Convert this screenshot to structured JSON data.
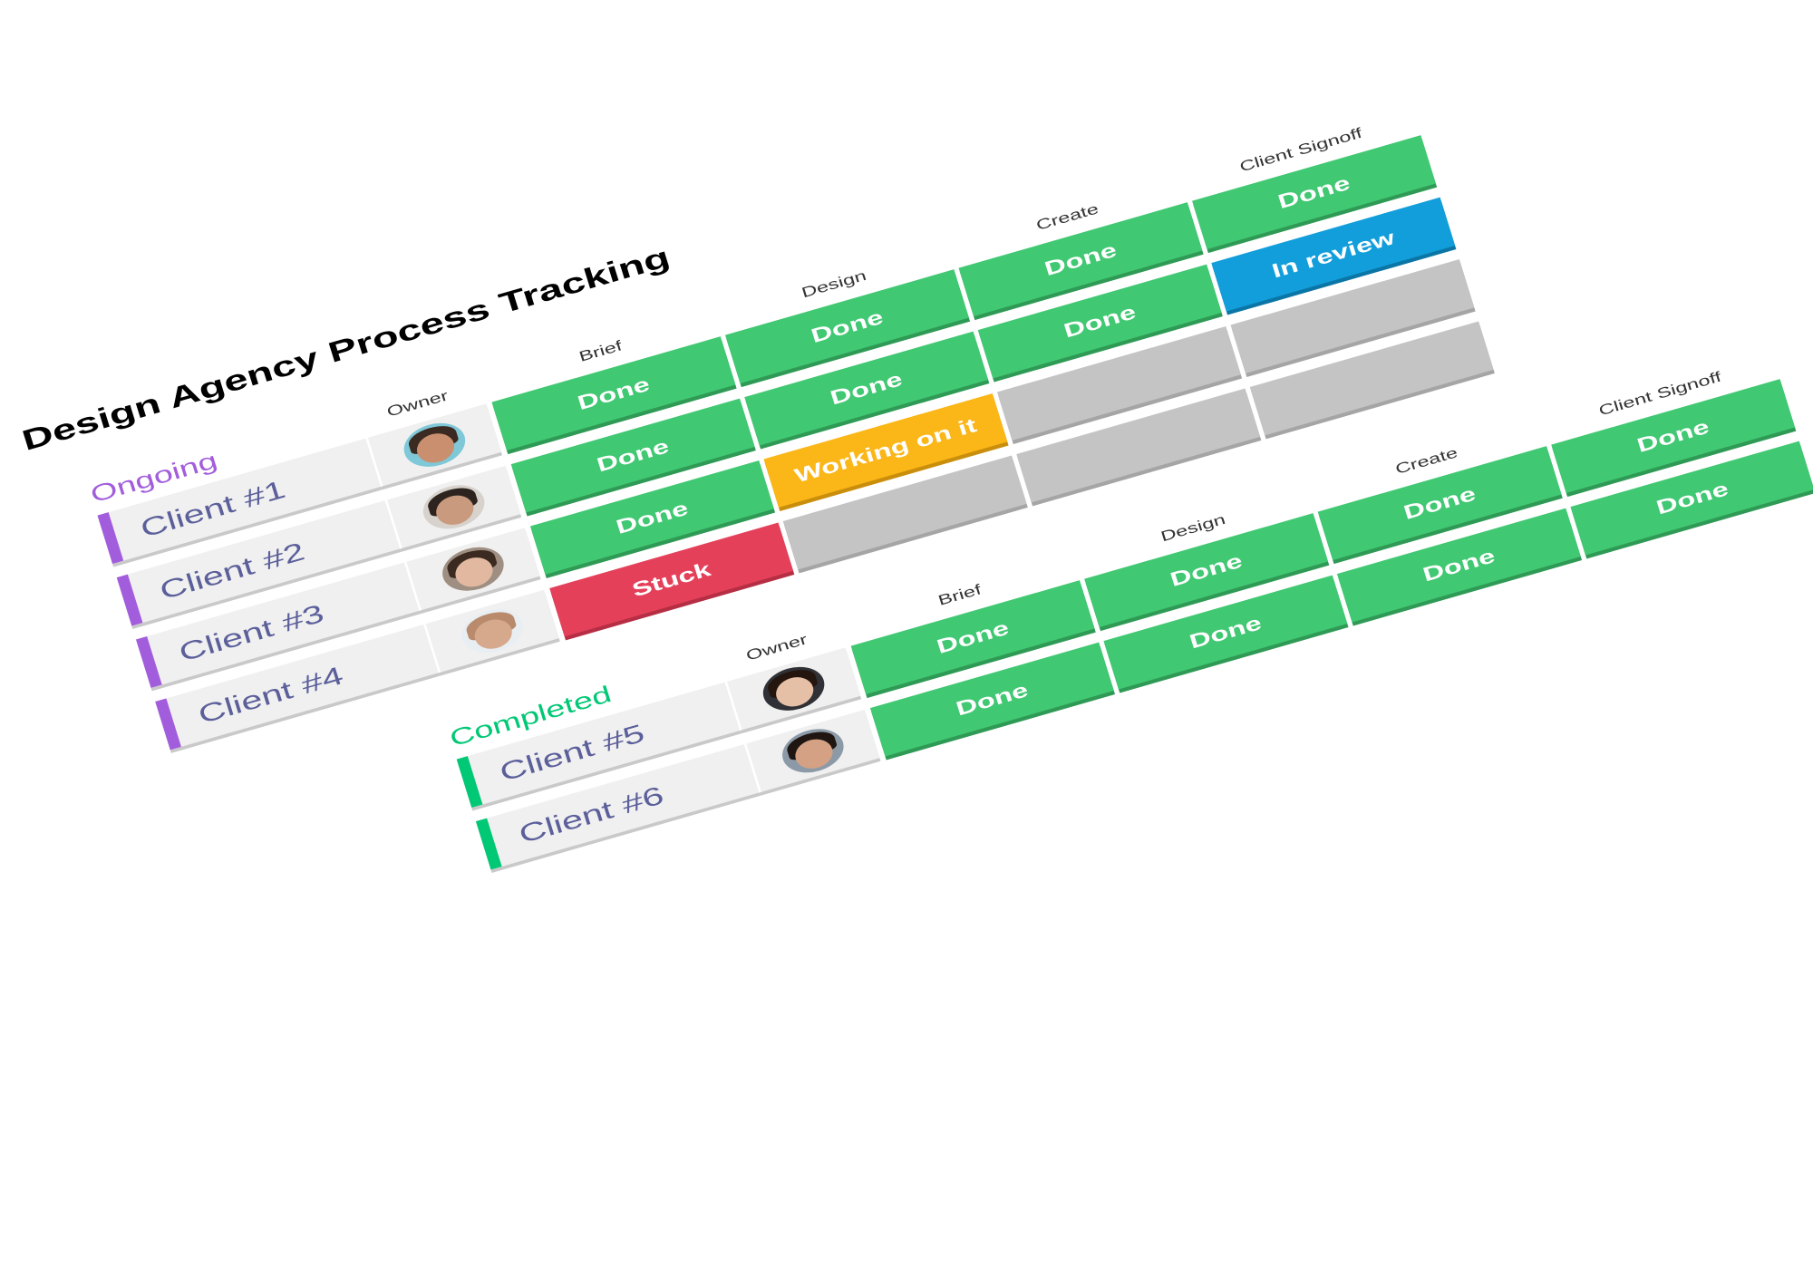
{
  "board": {
    "title": "Design Agency Process Tracking"
  },
  "colors": {
    "ongoing": "#a25ddc",
    "completed": "#00c875",
    "done": "#40c872",
    "in_review": "#119edb",
    "working_on_it": "#fbb617",
    "stuck": "#e5405a",
    "empty": "#c4c4c4",
    "client_name": "#5b5f9a"
  },
  "groups": [
    {
      "title": "Ongoing",
      "columns": [
        "Owner",
        "Brief",
        "Design",
        "Create",
        "Client Signoff"
      ],
      "rows": [
        {
          "name": "Client #1",
          "owner": "avatar-1",
          "statuses": [
            "Done",
            "Done",
            "Done",
            "Done"
          ]
        },
        {
          "name": "Client #2",
          "owner": "avatar-2",
          "statuses": [
            "Done",
            "Done",
            "Done",
            "In review"
          ]
        },
        {
          "name": "Client #3",
          "owner": "avatar-3",
          "statuses": [
            "Done",
            "Working on it",
            "",
            ""
          ]
        },
        {
          "name": "Client #4",
          "owner": "avatar-4",
          "statuses": [
            "Stuck",
            "",
            "",
            ""
          ]
        }
      ]
    },
    {
      "title": "Completed",
      "columns": [
        "Owner",
        "Brief",
        "Design",
        "Create",
        "Client Signoff"
      ],
      "rows": [
        {
          "name": "Client #5",
          "owner": "avatar-5",
          "statuses": [
            "Done",
            "Done",
            "Done",
            "Done"
          ]
        },
        {
          "name": "Client #6",
          "owner": "avatar-6",
          "statuses": [
            "Done",
            "Done",
            "Done",
            "Done"
          ]
        }
      ]
    }
  ]
}
